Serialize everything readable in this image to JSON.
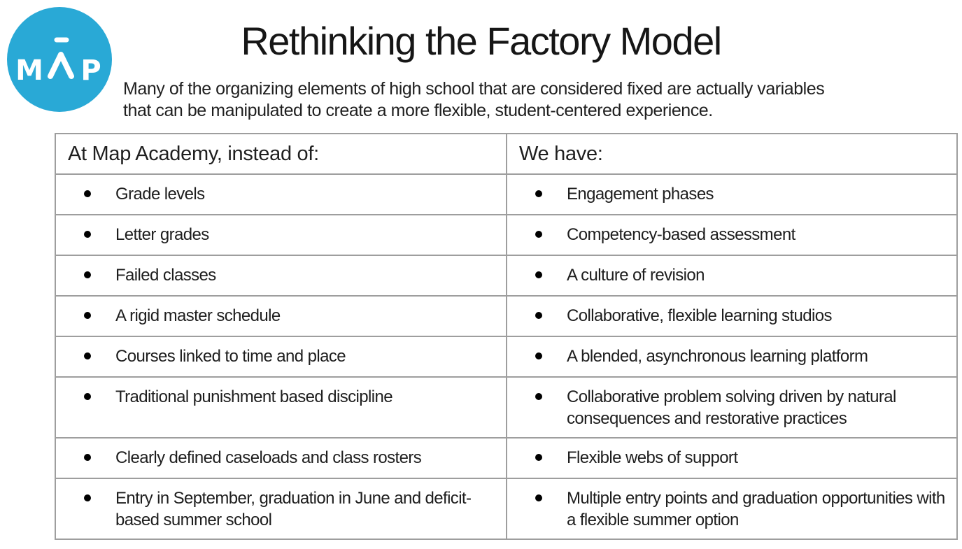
{
  "colors": {
    "logo_blue": "#29A9D6",
    "table_border": "#9e9e9e",
    "text": "#1f1f1f"
  },
  "logo": {
    "name": "Map Academy logo",
    "letter_m": "M",
    "letter_p": "P",
    "caret_icon": "∧",
    "macron_icon": "¯"
  },
  "header": {
    "title": "Rethinking the Factory Model",
    "subtitle_lines": [
      "Many of the organizing elements of high school that are considered fixed are actually variables",
      "that can be manipulated to create a more flexible, student-centered experience."
    ]
  },
  "table": {
    "columns": [
      {
        "header": "At Map Academy, instead of:"
      },
      {
        "header": "We have:"
      }
    ],
    "bullet_glyph": "●",
    "rows": [
      {
        "left": "Grade levels",
        "right": "Engagement phases"
      },
      {
        "left": "Letter grades",
        "right": "Competency-based assessment"
      },
      {
        "left": "Failed classes",
        "right": "A culture of revision"
      },
      {
        "left": "A rigid master schedule",
        "right": "Collaborative, flexible learning studios"
      },
      {
        "left": "Courses linked to time and place",
        "right": "A blended, asynchronous learning platform"
      },
      {
        "left": "Traditional punishment based discipline",
        "right": "Collaborative problem solving driven by natural consequences and restorative practices"
      },
      {
        "left": "Clearly defined caseloads and class rosters",
        "right": "Flexible webs of support"
      },
      {
        "left": "Entry in September, graduation in June and deficit-based summer school",
        "right": "Multiple entry points and graduation opportunities with a flexible summer option"
      }
    ]
  }
}
